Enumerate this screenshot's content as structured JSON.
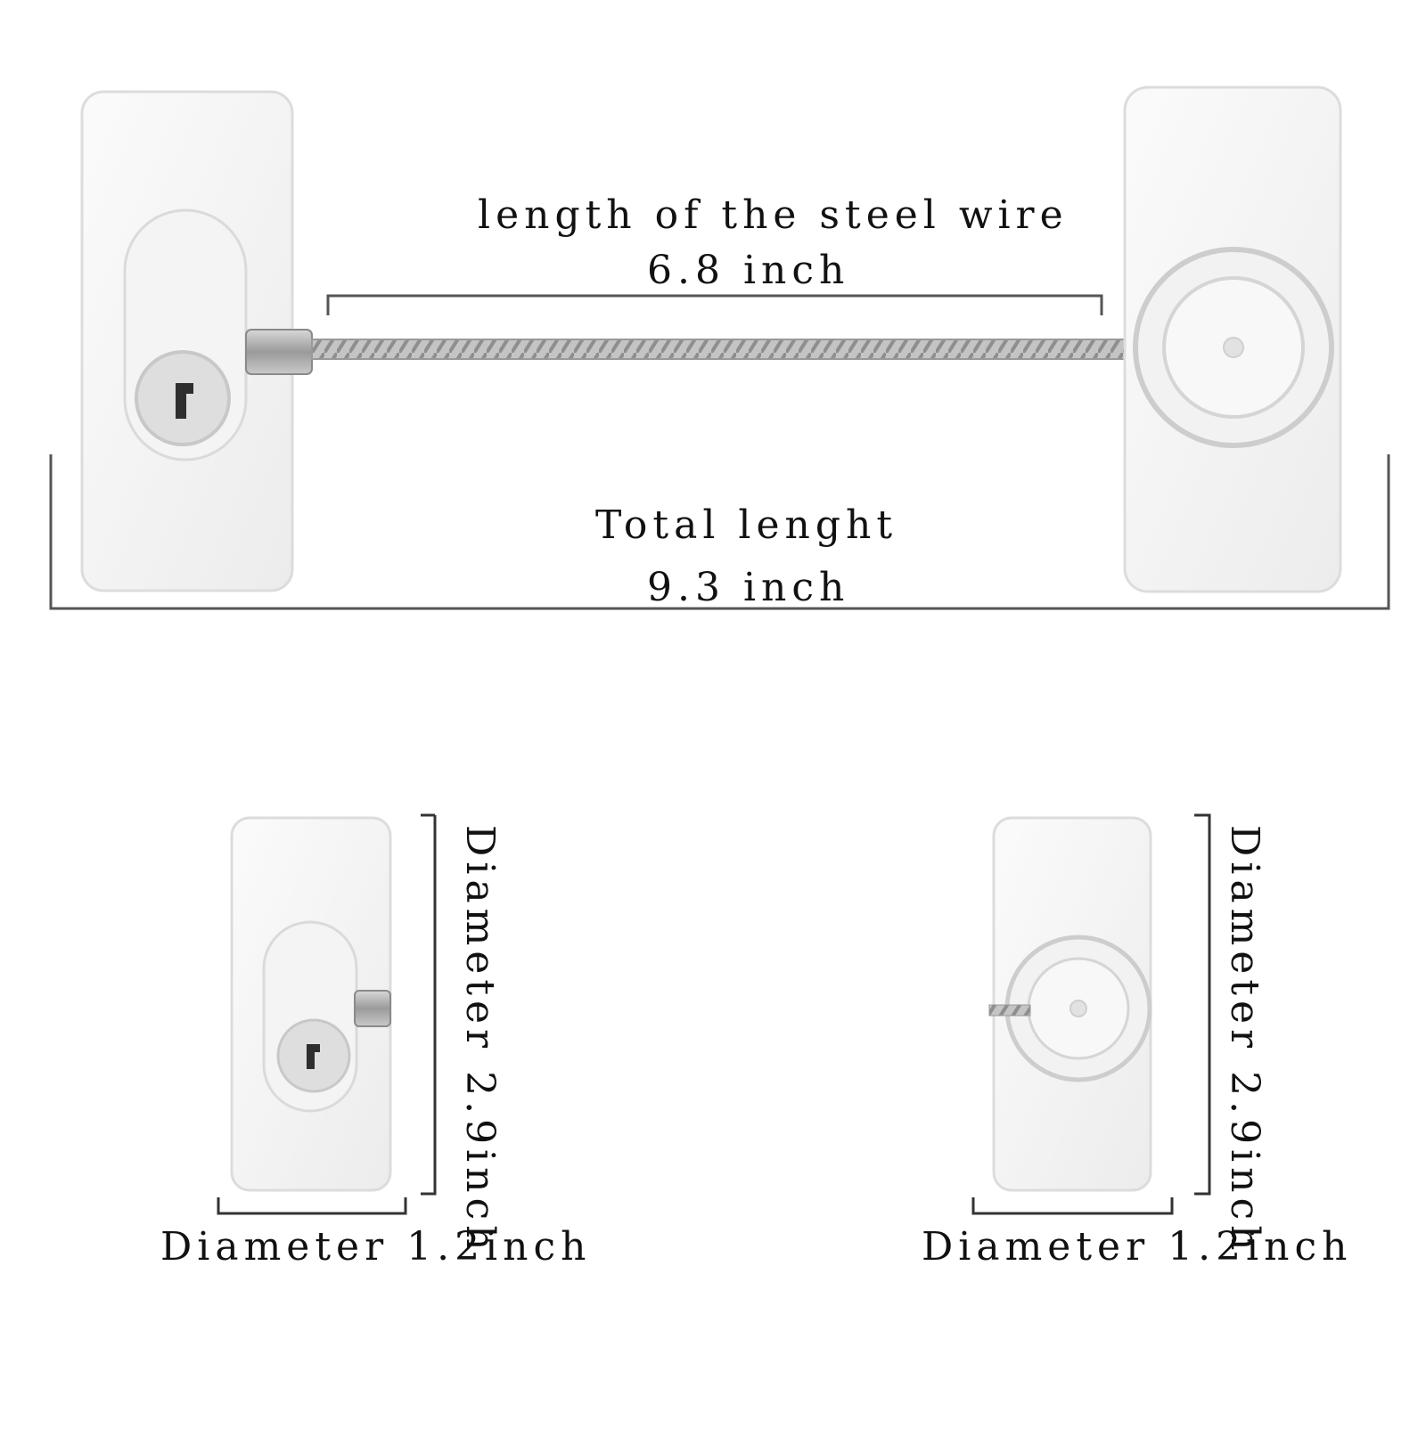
{
  "top_diagram": {
    "wire_label_line1": "length of the steel wire",
    "wire_label_line2": "6.8 inch",
    "total_label_line1": "Total lenght",
    "total_label_line2": "9.3 inch"
  },
  "lock_unit": {
    "width_label": "Diameter 1.2inch",
    "height_label": "Diameter 2.9inch"
  },
  "anchor_unit": {
    "width_label": "Diameter 1.2inch",
    "height_label": "Diameter 2.9inch"
  },
  "colors": {
    "background": "#ffffff",
    "plate": "#f7f7f7",
    "plate_edge": "#dcdcdc",
    "metal": "#a9a9a9",
    "dimension_line": "#555555",
    "text": "#111111"
  },
  "icons": [
    "window-lock-icon",
    "key-cylinder-icon",
    "steel-cable-icon",
    "cable-anchor-icon"
  ]
}
